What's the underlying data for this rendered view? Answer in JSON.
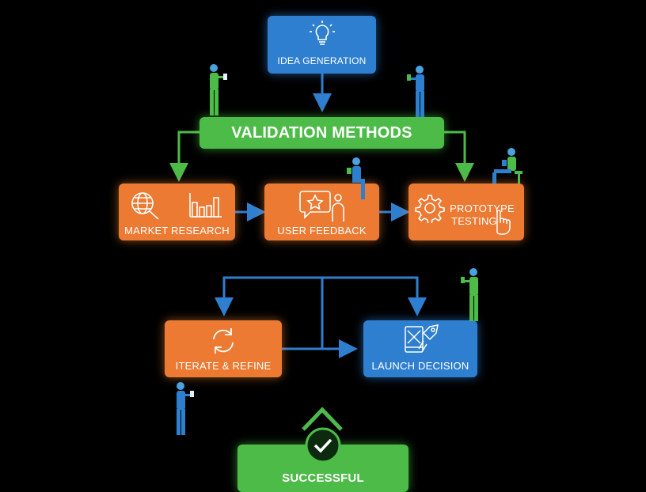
{
  "nodes": {
    "idea": {
      "label": "IDEA GENERATION",
      "color": "#2f7fd0",
      "icon": "lightbulb-icon"
    },
    "validation": {
      "label": "VALIDATION METHODS",
      "color": "#4cbb47"
    },
    "market": {
      "label": "MARKET RESEARCH",
      "color": "#ec7a32",
      "icons": [
        "magnifier-globe-icon",
        "bar-chart-icon"
      ]
    },
    "feedback": {
      "label": "USER FEEDBACK",
      "color": "#ec7a32",
      "icon": "speech-star-icon"
    },
    "prototype": {
      "label_line1": "PROTOTYPE",
      "label_line2": "TESTING",
      "color": "#ec7a32",
      "icon": "gear-hand-icon"
    },
    "iterate": {
      "label": "ITERATE & REFINE",
      "color": "#ec7a32",
      "icon": "refresh-cycle-icon"
    },
    "launch": {
      "label": "LAUNCH DECISION",
      "color": "#2f7fd0",
      "icon": "tablet-rocket-icon"
    },
    "success": {
      "label": "SUCCESSFUL",
      "color": "#4cbb47",
      "icon": "checkmark-circle-icon"
    }
  },
  "connector_colors": {
    "green": "#4cbb47",
    "blue": "#2f7fd0"
  }
}
